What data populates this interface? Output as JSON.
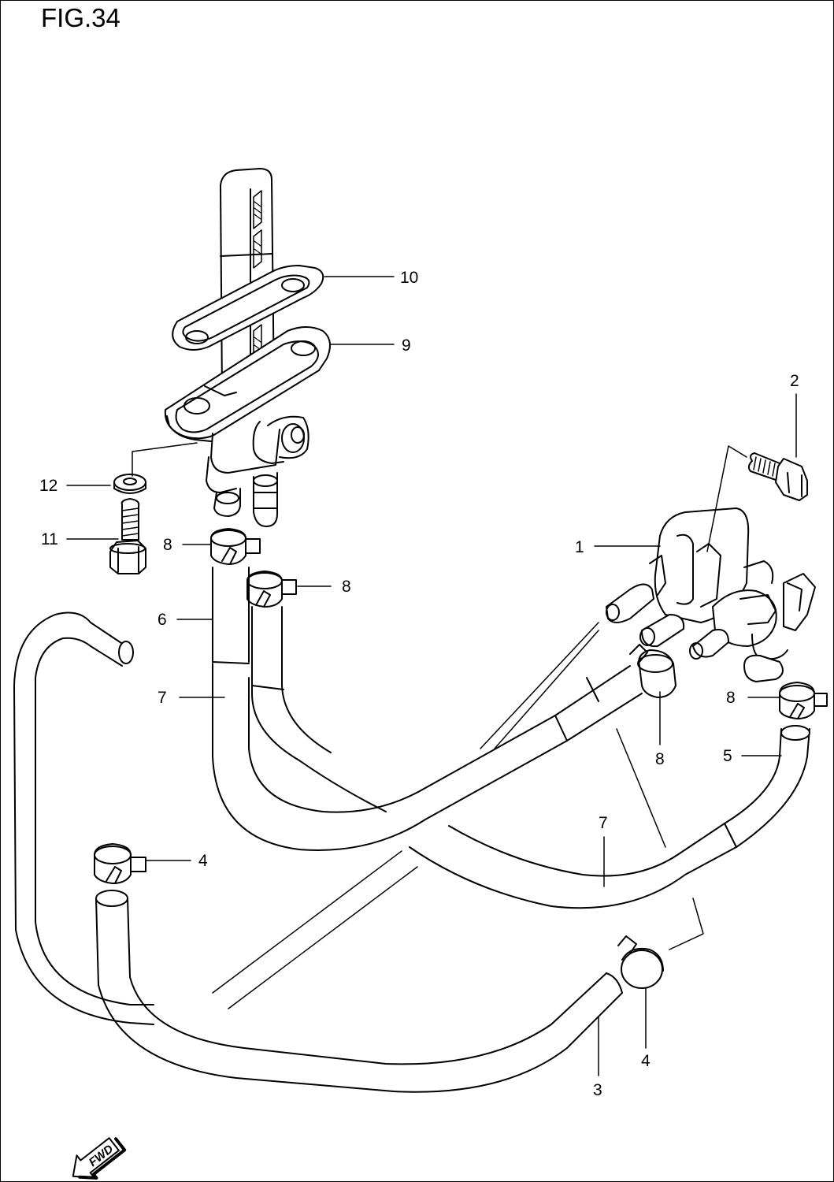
{
  "figure": {
    "title": "FIG.34"
  },
  "fwd_label": "FWD",
  "callouts": [
    "10",
    "9",
    "2",
    "12",
    "11",
    "8",
    "1",
    "8",
    "6",
    "7",
    "8",
    "8",
    "5",
    "7",
    "4",
    "4",
    "3"
  ]
}
